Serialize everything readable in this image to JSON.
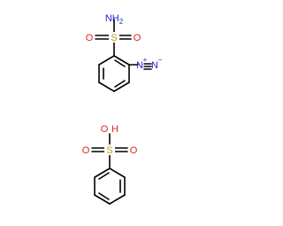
{
  "colors": {
    "bond": "#000000",
    "carbon": "#000000",
    "nitrogen": "#1f1fd6",
    "oxygen": "#e3201c",
    "sulfur": "#b8a21c",
    "background": "#ffffff"
  },
  "molecule1": {
    "name_visible": false,
    "labels": {
      "nh2_n": "N",
      "nh2_h": "H",
      "nh2_sub": "2",
      "sulfur": "S",
      "oxygen_left": "O",
      "oxygen_right": "O",
      "diazo_n1": "N",
      "diazo_plus": "+",
      "diazo_n2": "N",
      "diazo_minus": "−"
    }
  },
  "molecule2": {
    "name_visible": false,
    "labels": {
      "o_h": "O",
      "h_h": "H",
      "sulfur": "S",
      "oxygen_left": "O",
      "oxygen_right": "O"
    }
  }
}
